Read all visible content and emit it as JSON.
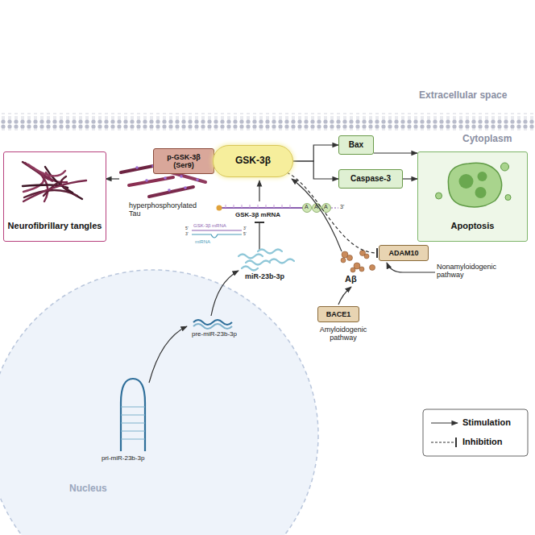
{
  "diagram": {
    "nodes": [
      {
        "text": [
          "Neurofibrillary tangles"
        ]
      },
      {
        "text": [
          "p-GSK-3β (Ser9)"
        ]
      },
      {
        "text": [
          "GSK-3β"
        ]
      },
      {
        "text": [
          "Bax"
        ]
      },
      {
        "text": [
          "Caspase-3"
        ]
      },
      {
        "text": [
          "Apoptosis"
        ]
      },
      {
        "text": [
          "ADAM10"
        ]
      },
      {
        "text": [
          "BACE1"
        ]
      }
    ],
    "edges": [
      {
        "from": 2,
        "to": 3,
        "arrow": "to"
      },
      {
        "from": 2,
        "to": 4,
        "arrow": "to"
      },
      {
        "from": 3,
        "to": 5,
        "arrow": "to"
      },
      {
        "from": 4,
        "to": 5,
        "arrow": "to"
      },
      {
        "from": 2,
        "to": 6,
        "arrow": "to"
      }
    ],
    "labels": [
      "Extracellular space",
      "Cytoplasm",
      "hyperphosphorylated Tau",
      "GSK-3β mRNA",
      "A",
      "A",
      "A",
      "3'",
      "GSK-3β mRNA",
      "5'",
      "3'",
      "miRNA",
      "3'",
      "5'",
      "miR-23b-3p",
      "pre-miR-23b-3p",
      "pri-miR-23b-3p",
      "Nucleus",
      "Aβ",
      "Nonamyloidogenic pathway",
      "Amyloidogenic pathway"
    ],
    "legend": [
      {
        "text": "Stimulation"
      },
      {
        "text": "Inhibition"
      }
    ]
  }
}
